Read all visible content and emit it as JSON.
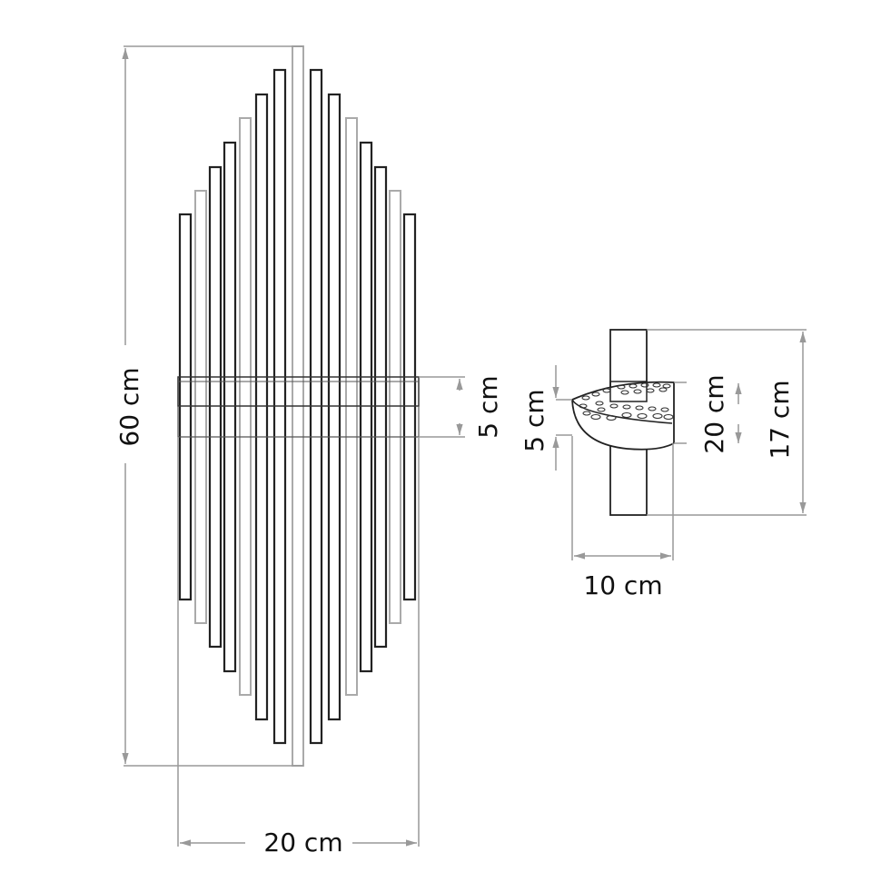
{
  "front_view": {
    "height_label": "60 cm",
    "width_label": "20 cm",
    "band_label": "5 cm"
  },
  "side_view": {
    "height_label": "17 cm",
    "shade_label": "20 cm",
    "band_label": "5 cm",
    "depth_label": "10 cm"
  },
  "colors": {
    "line": "#222222",
    "light_line": "#aaaaaa",
    "dimension": "#999999"
  }
}
